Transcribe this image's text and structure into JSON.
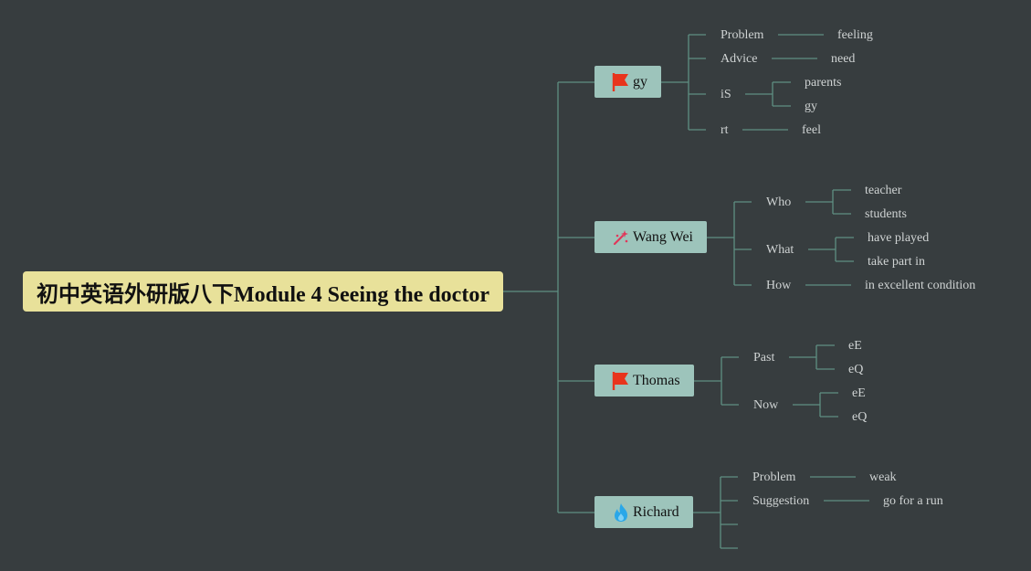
{
  "root": {
    "title": "初中英语外研版八下Module 4 Seeing the doctor"
  },
  "branches": [
    {
      "label": "gy",
      "icon": "red-flag-icon",
      "children": [
        "Problem",
        "Advice",
        "iS",
        "rt"
      ],
      "leaves": [
        "feeling",
        "need",
        "parents",
        "gy",
        "feel"
      ]
    },
    {
      "label": "Wang Wei",
      "icon": "magic-wand-icon",
      "children": [
        "Who",
        "What",
        "How"
      ],
      "leaves": [
        "teacher",
        "students",
        "have played",
        "take part in",
        "in excellent condition"
      ]
    },
    {
      "label": "Thomas",
      "icon": "red-flag-icon",
      "children": [
        "Past",
        "Now"
      ],
      "leaves": [
        "eE",
        "eQ",
        "eE",
        "eQ"
      ]
    },
    {
      "label": "Richard",
      "icon": "fire-icon",
      "children": [
        "Problem",
        "Suggestion"
      ],
      "leaves": [
        "weak",
        "go for a run"
      ]
    }
  ],
  "colors": {
    "background": "#373d3f",
    "root": "#e8e19a",
    "branch": "#9dc4bb",
    "line": "#5f8f82",
    "flag": "#e8341c",
    "fire": "#2aa7e8",
    "wand": "#e0365a"
  }
}
